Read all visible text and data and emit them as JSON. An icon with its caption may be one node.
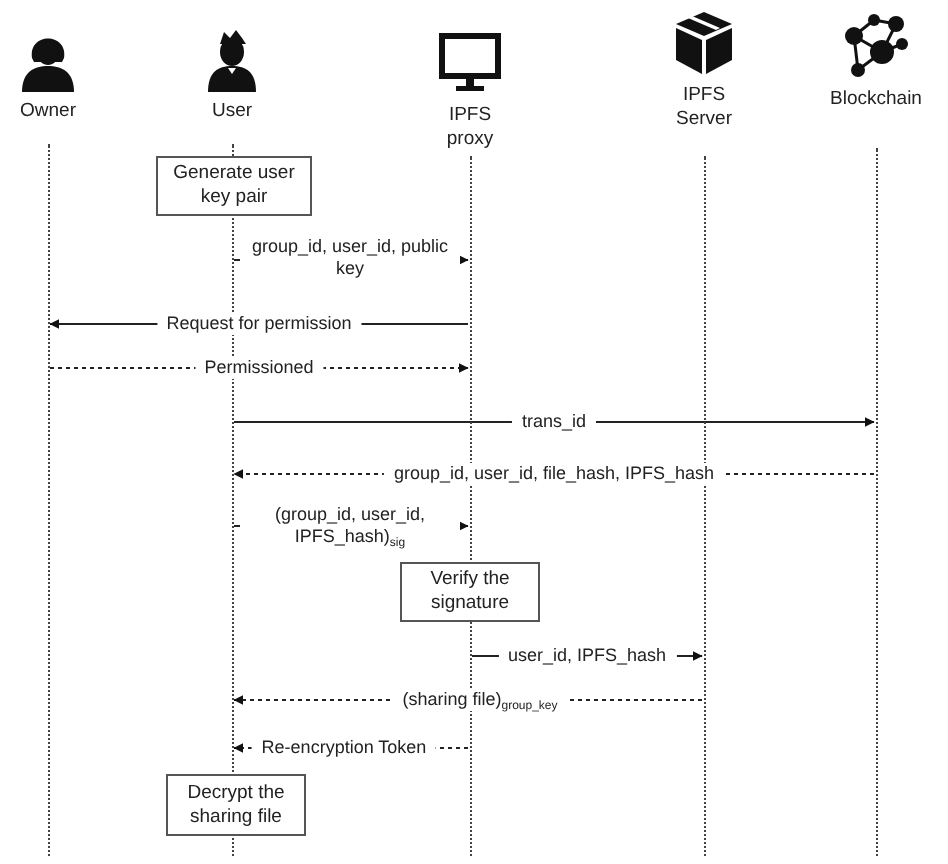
{
  "diagram": {
    "nodes": [
      {
        "text": [
          "Owner"
        ]
      },
      {
        "text": [
          "User"
        ]
      },
      {
        "text": [
          "IPFS proxy"
        ]
      },
      {
        "text": [
          "IPFS Server"
        ]
      },
      {
        "text": [
          "Blockchain"
        ]
      },
      {
        "text": [],
        "shape": "line"
      },
      {
        "text": [],
        "shape": "line"
      },
      {
        "text": [],
        "shape": "line"
      },
      {
        "text": [],
        "shape": "line"
      },
      {
        "text": [],
        "shape": "line"
      },
      {
        "text": [
          "Generate user key pair"
        ]
      },
      {
        "text": [
          "Verify the signature"
        ]
      },
      {
        "text": [
          "Decrypt the sharing file"
        ]
      }
    ],
    "edges": [
      {
        "from": 6,
        "to": 7,
        "arrow": "to",
        "label": "group_id, user_id, public key"
      },
      {
        "from": 7,
        "to": 5,
        "arrow": "to",
        "label": "Request for permission"
      },
      {
        "from": 5,
        "to": 7,
        "arrow": "to",
        "label": "Permissioned",
        "style": "dashed"
      },
      {
        "from": 6,
        "to": 9,
        "arrow": "to",
        "label": "trans_id"
      },
      {
        "from": 9,
        "to": 6,
        "arrow": "to",
        "label": "group_id, user_id, file_hash, IPFS_hash",
        "style": "dashed"
      },
      {
        "from": 6,
        "to": 7,
        "arrow": "to",
        "label": "(group_id, user_id, IPFS_hash)$_{sig}$"
      },
      {
        "from": 7,
        "to": 8,
        "arrow": "to",
        "label": "user_id, IPFS_hash"
      },
      {
        "from": 8,
        "to": 6,
        "arrow": "to",
        "label": "(sharing file)$_{group_key}$",
        "style": "dashed"
      },
      {
        "from": 7,
        "to": 6,
        "arrow": "to",
        "label": "Re-encryption Token",
        "style": "dashed"
      }
    ]
  }
}
